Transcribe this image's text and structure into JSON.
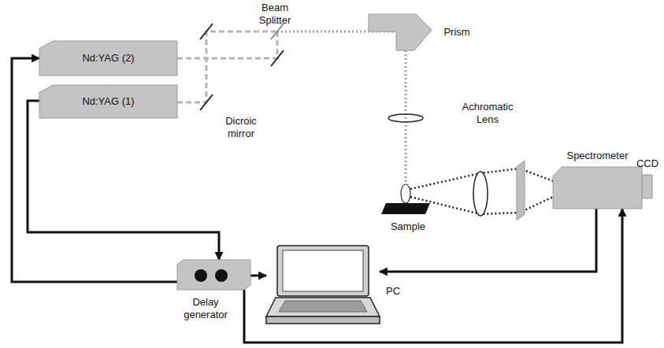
{
  "diagram": {
    "nodes": [
      {
        "text": [
          "Nd:YAG (2)"
        ]
      },
      {
        "text": [
          "Nd:YAG (1)"
        ]
      },
      {
        "text": [
          "Spectrometer"
        ]
      },
      {
        "text": [
          "Delay generator"
        ]
      },
      {
        "text": [
          "PC"
        ]
      }
    ],
    "edges": [
      {
        "from": 3,
        "to": 0,
        "arrow": "to"
      },
      {
        "from": 1,
        "to": 3,
        "arrow": "to"
      },
      {
        "from": 3,
        "to": 4,
        "arrow": "to"
      },
      {
        "from": 2,
        "to": 4,
        "arrow": "to"
      },
      {
        "from": 3,
        "to": 2,
        "arrow": "to"
      }
    ],
    "labels": [
      "Beam Splitter",
      "Prism",
      "Dicroic mirror",
      "Achromatic Lens",
      "Sample",
      "CCD"
    ]
  }
}
